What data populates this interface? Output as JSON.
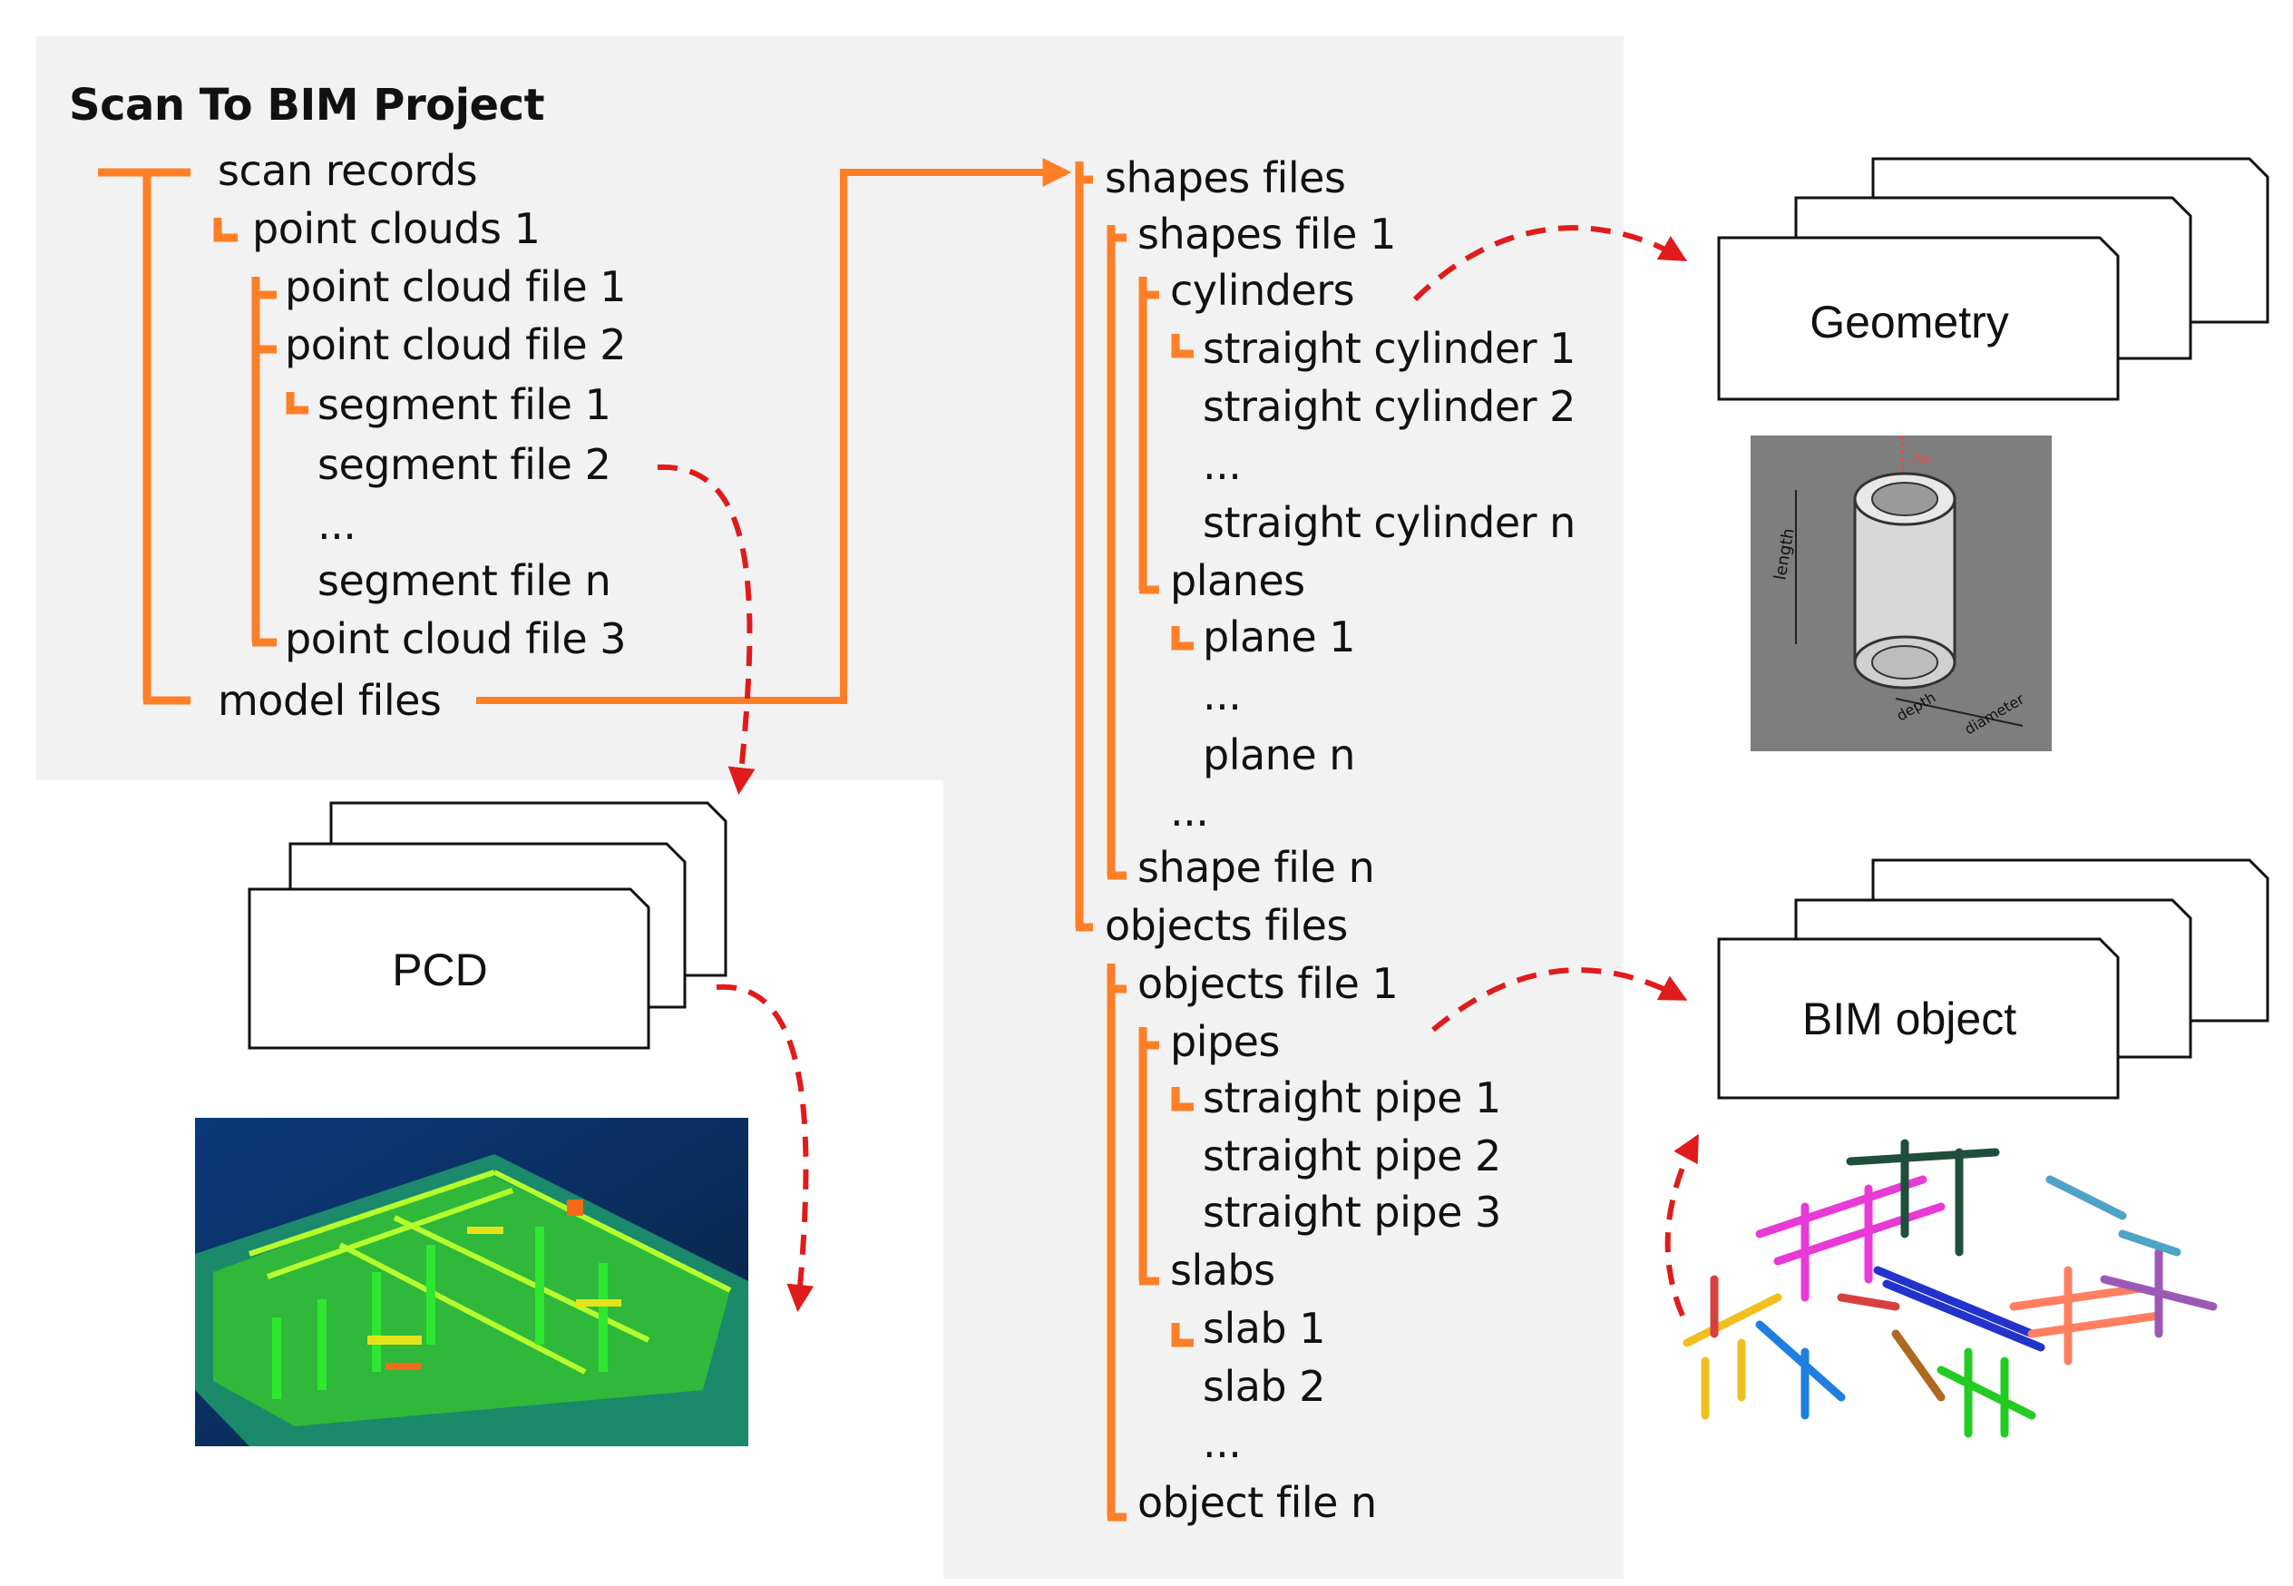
{
  "project_title": "Scan To BIM Project",
  "left_tree": {
    "scan_records": "scan records",
    "point_clouds_1": "point clouds 1",
    "point_cloud_file_1": "point cloud file 1",
    "point_cloud_file_2": "point cloud file 2",
    "segment_file_1": "segment file 1",
    "segment_file_2": "segment file 2",
    "ellipsis": "...",
    "segment_file_n": "segment file n",
    "point_cloud_file_3": "point cloud file 3",
    "model_files": "model files"
  },
  "right_tree": {
    "shapes_files": "shapes files",
    "shapes_file_1": "shapes file 1",
    "cylinders": "cylinders",
    "straight_cylinder_1": "straight cylinder 1",
    "straight_cylinder_2": "straight cylinder 2",
    "ellipsis_1": "...",
    "straight_cylinder_n": "straight cylinder n",
    "planes": "planes",
    "plane_1": "plane 1",
    "ellipsis_2": "...",
    "plane_n": "plane n",
    "ellipsis_3": "...",
    "shape_file_n": "shape file n",
    "objects_files": "objects files",
    "objects_file_1": "objects file 1",
    "pipes": "pipes",
    "straight_pipe_1": "straight pipe 1",
    "straight_pipe_2": "straight pipe 2",
    "straight_pipe_3": "straight pipe 3",
    "slabs": "slabs",
    "slab_1": "slab 1",
    "slab_2": "slab 2",
    "ellipsis_4": "...",
    "object_file_n": "object file n"
  },
  "boxes": {
    "pcd": "PCD",
    "geometry": "Geometry",
    "bim_object": "BIM object"
  },
  "cylinder_figure_labels": {
    "length": "length",
    "depth": "depth",
    "diameter": "diameter",
    "axis": "Ax"
  },
  "colors": {
    "tree_line": "#ff7f27",
    "dashed_arrow": "#e01b1b",
    "panel": "#f2f2f2"
  }
}
